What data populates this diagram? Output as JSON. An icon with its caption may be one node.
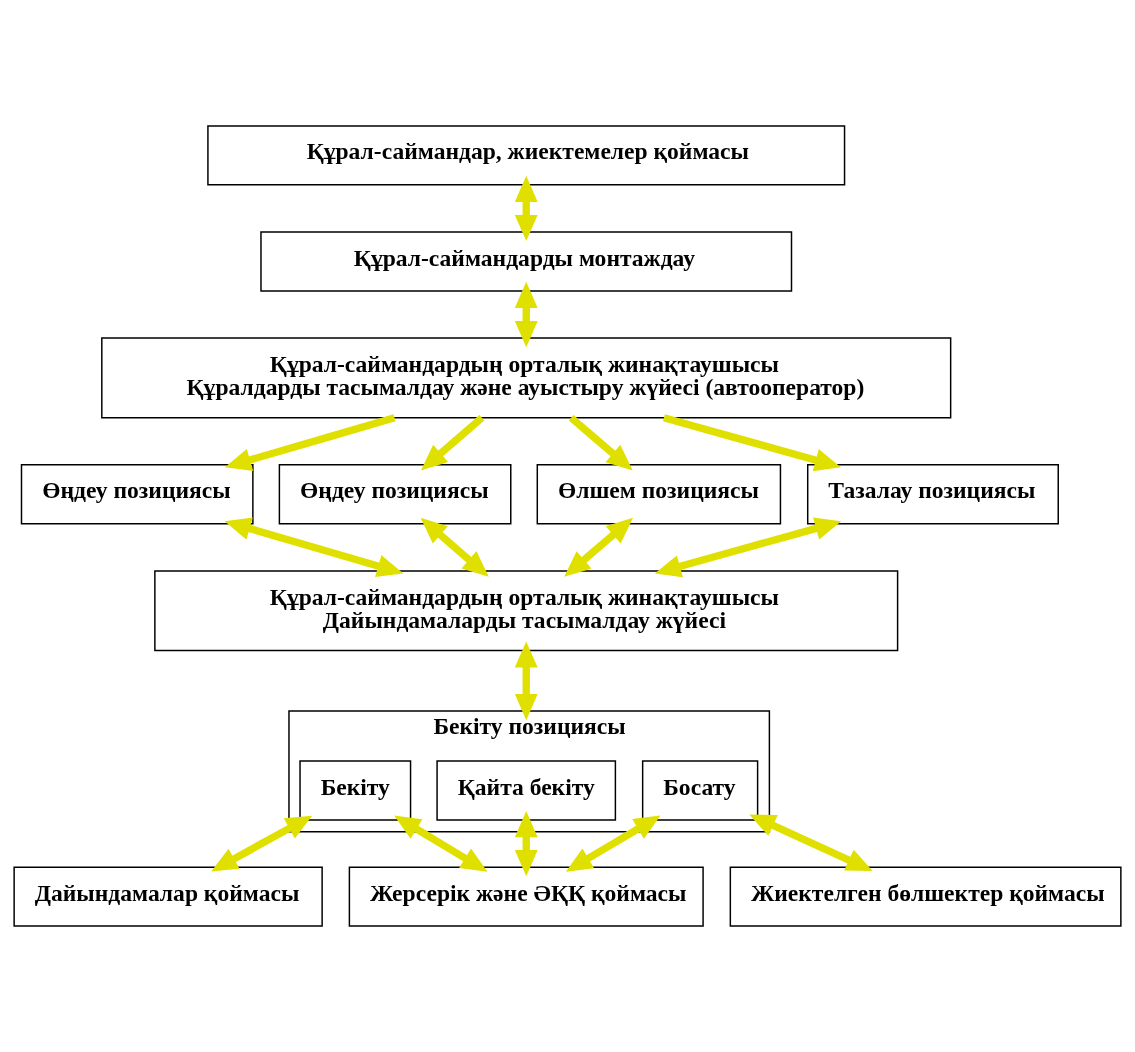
{
  "diagram": {
    "nodes": [
      {
        "text": [
          "Құрал-саймандар, жиектемелер қоймасы"
        ]
      },
      {
        "text": [
          "Құрал-саймандарды монтаждау"
        ]
      },
      {
        "text": [
          "Құрал-саймандардың орталық жинақтаушысы",
          "Құралдарды тасымалдау және ауыстыру жүйесі (автооператор)"
        ]
      },
      {
        "text": [
          "Өңдеу позициясы"
        ]
      },
      {
        "text": [
          "Өңдеу позициясы"
        ]
      },
      {
        "text": [
          "Өлшем позициясы"
        ]
      },
      {
        "text": [
          "Тазалау позициясы"
        ]
      },
      {
        "text": [
          "Құрал-саймандардың орталық жинақтаушысы",
          "Дайындамаларды тасымалдау жүйесі"
        ]
      },
      {
        "text": [
          "Бекіту позициясы"
        ]
      },
      {
        "text": [
          "Бекіту"
        ],
        "in": 8
      },
      {
        "text": [
          "Қайта бекіту"
        ],
        "in": 8
      },
      {
        "text": [
          "Босату"
        ],
        "in": 8
      },
      {
        "text": [
          "Дайындамалар қоймасы"
        ]
      },
      {
        "text": [
          "Жерсерік және ӘҚҚ қоймасы"
        ]
      },
      {
        "text": [
          "Жиектелген бөлшектер қоймасы"
        ]
      }
    ],
    "edges": [
      {
        "from": 0,
        "to": 1,
        "arrow": "both"
      },
      {
        "from": 1,
        "to": 2,
        "arrow": "both"
      },
      {
        "from": 2,
        "to": 3,
        "arrow": "to"
      },
      {
        "from": 2,
        "to": 4,
        "arrow": "to"
      },
      {
        "from": 2,
        "to": 5,
        "arrow": "to"
      },
      {
        "from": 2,
        "to": 6,
        "arrow": "to"
      },
      {
        "from": 3,
        "to": 7,
        "arrow": "both"
      },
      {
        "from": 4,
        "to": 7,
        "arrow": "both"
      },
      {
        "from": 5,
        "to": 7,
        "arrow": "both"
      },
      {
        "from": 6,
        "to": 7,
        "arrow": "both"
      },
      {
        "from": 7,
        "to": 8,
        "arrow": "both"
      },
      {
        "from": 9,
        "to": 12,
        "arrow": "both"
      },
      {
        "from": 9,
        "to": 13,
        "arrow": "both"
      },
      {
        "from": 10,
        "to": 13,
        "arrow": "both"
      },
      {
        "from": 11,
        "to": 13,
        "arrow": "both"
      },
      {
        "from": 11,
        "to": 14,
        "arrow": "both"
      }
    ]
  }
}
